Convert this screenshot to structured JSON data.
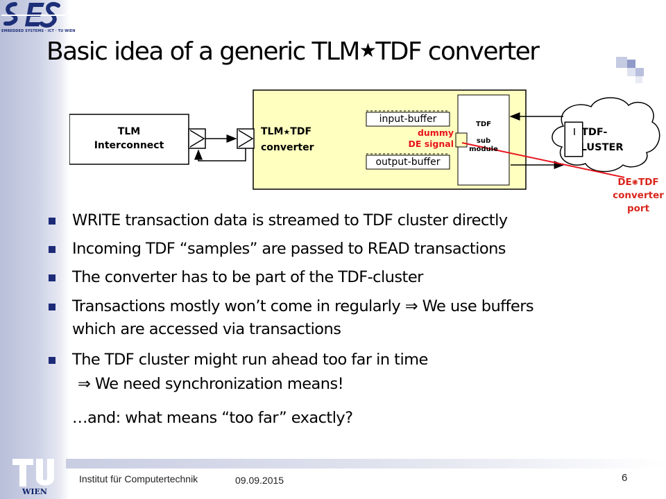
{
  "slide": {
    "title_prefix": "Basic idea of a generic TLM",
    "title_star": "★",
    "title_suffix": "TDF converter",
    "page_number": "6"
  },
  "logos": {
    "es_caption": "EMBEDDED SYSTEMS · ICT · TU WIEN",
    "tu_caption": "WIEN"
  },
  "diagram": {
    "tlm_interconnect_line1": "TLM",
    "tlm_interconnect_line2": "Interconnect",
    "converter_line1_a": "TLM",
    "converter_star": "★",
    "converter_line1_b": "TDF",
    "converter_line2": "converter",
    "input_buffer": "input-buffer",
    "output_buffer": "output-buffer",
    "dummy_line1": "dummy",
    "dummy_line2": "DE signal",
    "tdf_submodule_line1": "TDF",
    "tdf_submodule_line2": "sub",
    "tdf_submodule_line3": "module",
    "cluster_line1": "TDF-",
    "cluster_line2": "CLUSTER",
    "port_label_a": "DE",
    "port_label_b": "TDF",
    "port_label_line2": "converter",
    "port_label_line3": "port",
    "accent_red": "#e8141c",
    "port_red": "#d9261c"
  },
  "bullets": [
    {
      "line1": "WRITE transaction data is streamed to TDF cluster directly"
    },
    {
      "line1": "Incoming TDF “samples” are passed to READ transactions"
    },
    {
      "line1": "The converter has to be part of the TDF-cluster"
    },
    {
      "line1_a": "Transactions mostly won’t come in regularly ",
      "arrow": "⇒",
      "line1_b": " We use buffers",
      "line2": "which are accessed via transactions"
    },
    {
      "line1": "The TDF cluster might run ahead too far in time",
      "arrow": "⇒",
      "line2": " We need synchronization means!"
    }
  ],
  "extra_line": "…and: what means “too far” exactly?",
  "footer": {
    "institute": "Institut für Computertechnik",
    "date": "09.09.2015"
  },
  "colors": {
    "bullet": "#1c2a78",
    "converter_fill": "#ffffc0",
    "logo_blue": "#1d2f78"
  }
}
